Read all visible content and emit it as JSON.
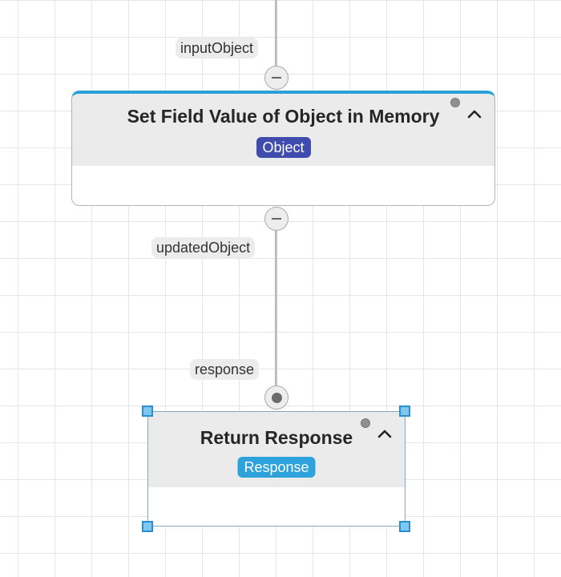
{
  "nodes": [
    {
      "title": "Set Field Value of Object in Memory",
      "badge": "Object",
      "badge_color": "#3f4cad",
      "accent_color": "#2a9fd8"
    },
    {
      "title": "Return Response",
      "badge": "Response",
      "badge_color": "#2ea3db",
      "selection_color": "#2a8fd0"
    }
  ],
  "edges": {
    "input_label": "inputObject",
    "output_label": "updatedObject",
    "response_label": "response"
  },
  "icons": {
    "node_status": "status-dot-icon",
    "collapse": "chevron-up-icon",
    "port_collapse": "minus-icon",
    "port_connected": "dot-icon"
  }
}
